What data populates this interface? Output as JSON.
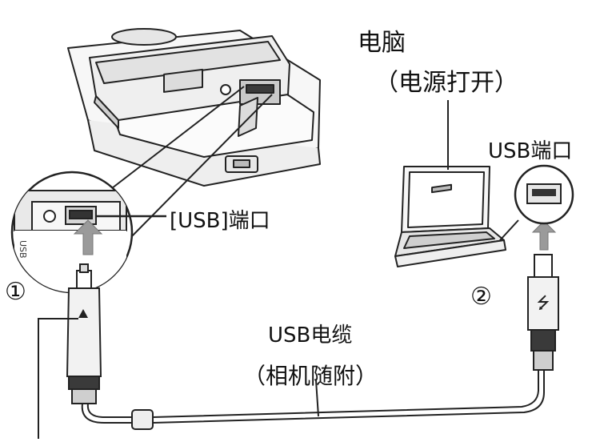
{
  "labels": {
    "pc_title": "电脑",
    "pc_power": "（电源打开）",
    "pc_usb_port": "USB端口",
    "camera_usb_port": "[USB]端口",
    "cable_name": "USB电缆",
    "cable_note": "（相机随附）",
    "step1": "①",
    "step2": "②"
  },
  "colors": {
    "stroke": "#222222",
    "arrow": "#9a9a9a",
    "fill_light": "#f4f4f4",
    "fill_mid": "#d8d8d8",
    "fill_dark": "#3a3a3a"
  }
}
